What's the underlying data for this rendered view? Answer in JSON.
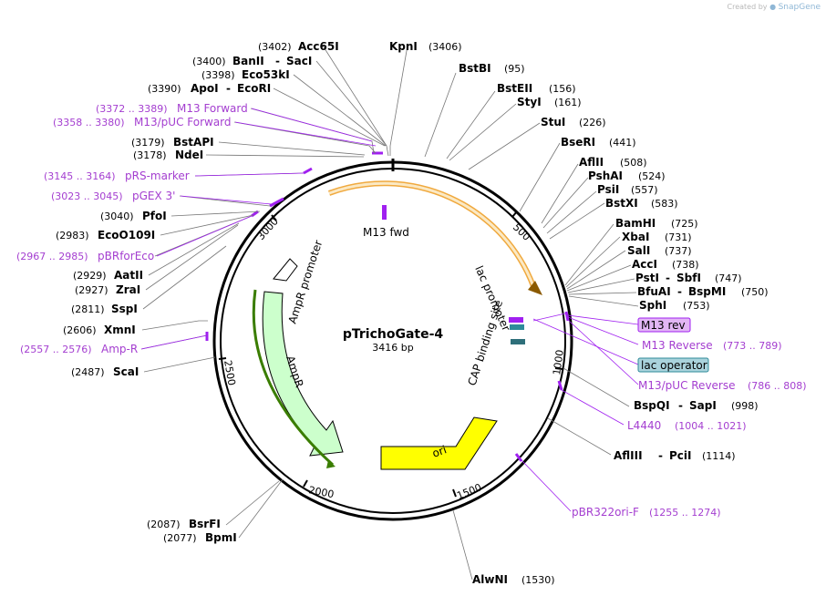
{
  "credit": {
    "created_by": "Created by",
    "brand": "SnapGene"
  },
  "plasmid": {
    "name": "pTrichoGate-4",
    "length_label": "3416 bp",
    "length": 3416
  },
  "ticks": [
    {
      "bp": 500,
      "label": "500"
    },
    {
      "bp": 1000,
      "label": "1000"
    },
    {
      "bp": 1500,
      "label": "1500"
    },
    {
      "bp": 2000,
      "label": "2000"
    },
    {
      "bp": 2500,
      "label": "2500"
    },
    {
      "bp": 3000,
      "label": "3000"
    }
  ],
  "features": [
    {
      "name": "ori",
      "label": "ori",
      "color": "#ffff00"
    },
    {
      "name": "AmpR",
      "label": "AmpR",
      "color": "#ccffcc"
    },
    {
      "name": "AmpR promoter",
      "label": "AmpR promoter",
      "color": "#ffffff"
    },
    {
      "name": "lac promoter",
      "label": "lac promoter",
      "color": "#ffffff"
    },
    {
      "name": "CAP binding site",
      "label": "CAP binding site",
      "color": "#ffffff"
    },
    {
      "name": "M13 fwd",
      "label": "M13 fwd",
      "color": "#a020f0"
    }
  ],
  "sites": [
    {
      "name": "Acc65I",
      "pos": "(3402)"
    },
    {
      "name": "KpnI",
      "pos": "(3406)"
    },
    {
      "name": "BanII",
      "pos": "(3400)",
      "name2": "SacI"
    },
    {
      "name": "Eco53kI",
      "pos": "(3398)"
    },
    {
      "name": "ApoI",
      "pos": "(3390)",
      "name2": "EcoRI"
    },
    {
      "name": "BstBI",
      "pos": "(95)"
    },
    {
      "name": "BstEII",
      "pos": "(156)"
    },
    {
      "name": "StyI",
      "pos": "(161)"
    },
    {
      "name": "StuI",
      "pos": "(226)"
    },
    {
      "name": "BseRI",
      "pos": "(441)"
    },
    {
      "name": "AflII",
      "pos": "(508)"
    },
    {
      "name": "PshAI",
      "pos": "(524)"
    },
    {
      "name": "PsiI",
      "pos": "(557)"
    },
    {
      "name": "BstXI",
      "pos": "(583)"
    },
    {
      "name": "BamHI",
      "pos": "(725)"
    },
    {
      "name": "XbaI",
      "pos": "(731)"
    },
    {
      "name": "SalI",
      "pos": "(737)"
    },
    {
      "name": "AccI",
      "pos": "(738)"
    },
    {
      "name": "PstI",
      "pos": "(747)",
      "name2": "SbfI"
    },
    {
      "name": "BfuAI",
      "pos": "(750)",
      "name2": "BspMI"
    },
    {
      "name": "SphI",
      "pos": "(753)"
    },
    {
      "name": "BspQI",
      "pos": "(998)",
      "name2": "SapI"
    },
    {
      "name": "AflIII",
      "pos": "(1114)",
      "name2": "PciI"
    },
    {
      "name": "AlwNI",
      "pos": "(1530)"
    },
    {
      "name": "BsrFI",
      "pos": "(2087)"
    },
    {
      "name": "BpmI",
      "pos": "(2077)"
    },
    {
      "name": "ScaI",
      "pos": "(2487)"
    },
    {
      "name": "XmnI",
      "pos": "(2606)"
    },
    {
      "name": "SspI",
      "pos": "(2811)"
    },
    {
      "name": "ZraI",
      "pos": "(2927)"
    },
    {
      "name": "AatII",
      "pos": "(2929)"
    },
    {
      "name": "EcoO109I",
      "pos": "(2983)"
    },
    {
      "name": "PfoI",
      "pos": "(3040)"
    },
    {
      "name": "NdeI",
      "pos": "(3178)"
    },
    {
      "name": "BstAPI",
      "pos": "(3179)"
    }
  ],
  "primers": [
    {
      "name": "M13 Forward",
      "pos": "(3372 .. 3389)"
    },
    {
      "name": "M13/pUC Forward",
      "pos": "(3358 .. 3380)"
    },
    {
      "name": "pRS-marker",
      "pos": "(3145 .. 3164)"
    },
    {
      "name": "pGEX 3'",
      "pos": "(3023 .. 3045)"
    },
    {
      "name": "pBRforEco",
      "pos": "(2967 .. 2985)"
    },
    {
      "name": "Amp-R",
      "pos": "(2557 .. 2576)"
    },
    {
      "name": "M13 rev",
      "pos": ""
    },
    {
      "name": "M13 Reverse",
      "pos": "(773 .. 789)"
    },
    {
      "name": "lac operator",
      "pos": ""
    },
    {
      "name": "M13/pUC Reverse",
      "pos": "(786 .. 808)"
    },
    {
      "name": "L4440",
      "pos": "(1004 .. 1021)"
    },
    {
      "name": "pBR322ori-F",
      "pos": "(1255 .. 1274)"
    }
  ]
}
